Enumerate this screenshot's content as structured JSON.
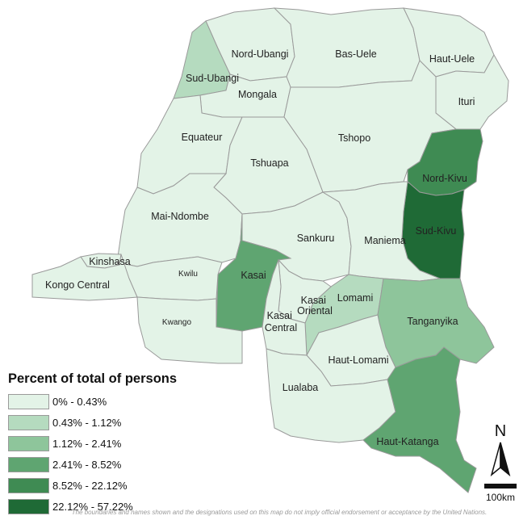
{
  "legend": {
    "title": "Percent of total of persons",
    "classes": [
      {
        "label": "0% - 0.43%",
        "color": "#e3f3e7"
      },
      {
        "label": "0.43% - 1.12%",
        "color": "#b5dbbf"
      },
      {
        "label": "1.12% - 2.41%",
        "color": "#8ec59b"
      },
      {
        "label": "2.41% - 8.52%",
        "color": "#5fa571"
      },
      {
        "label": "8.52% - 22.12%",
        "color": "#3f8b53"
      },
      {
        "label": "22.12% - 57.22%",
        "color": "#1f6a36"
      }
    ]
  },
  "provinces": [
    {
      "name": "Nord-Ubangi",
      "class": 0
    },
    {
      "name": "Bas-Uele",
      "class": 0
    },
    {
      "name": "Haut-Uele",
      "class": 0
    },
    {
      "name": "Sud-Ubangi",
      "class": 1
    },
    {
      "name": "Mongala",
      "class": 0
    },
    {
      "name": "Ituri",
      "class": 0
    },
    {
      "name": "Equateur",
      "class": 0
    },
    {
      "name": "Tshopo",
      "class": 0
    },
    {
      "name": "Tshuapa",
      "class": 0
    },
    {
      "name": "Nord-Kivu",
      "class": 4
    },
    {
      "name": "Mai-Ndombe",
      "class": 0
    },
    {
      "name": "Sud-Kivu",
      "class": 5
    },
    {
      "name": "Sankuru",
      "class": 0
    },
    {
      "name": "Maniema",
      "class": 0
    },
    {
      "name": "Kinshasa",
      "class": 0
    },
    {
      "name": "Kasai",
      "class": 3
    },
    {
      "name": "Kwilu",
      "class": 0
    },
    {
      "name": "Kongo Central",
      "class": 0
    },
    {
      "name": "Lomami",
      "class": 1
    },
    {
      "name": "Kasai Oriental",
      "class": 0
    },
    {
      "name": "Kasai Central",
      "class": 0
    },
    {
      "name": "Kwango",
      "class": 0
    },
    {
      "name": "Tanganyika",
      "class": 2
    },
    {
      "name": "Haut-Lomami",
      "class": 0
    },
    {
      "name": "Lualaba",
      "class": 0
    },
    {
      "name": "Haut-Katanga",
      "class": 3
    }
  ],
  "north_label": "N",
  "scale_label": "100km",
  "disclaimer": "The boundaries and names shown and the designations used on this map do not imply official endorsement or acceptance by the United Nations."
}
